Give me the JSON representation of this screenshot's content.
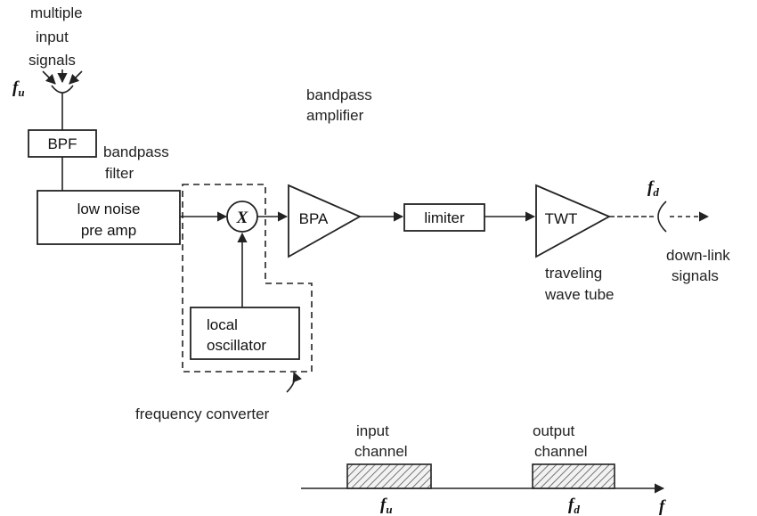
{
  "input": {
    "label_line1": "multiple",
    "label_line2": "input",
    "label_line3": "signals",
    "freq_symbol": "f",
    "freq_subscript": "u"
  },
  "blocks": {
    "bpf": "BPF",
    "bpf_desc_line1": "bandpass",
    "bpf_desc_line2": "filter",
    "lna_line1": "low noise",
    "lna_line2": "pre amp",
    "mixer": "X",
    "bpa": "BPA",
    "bpa_desc_line1": "bandpass",
    "bpa_desc_line2": "amplifier",
    "limiter": "limiter",
    "twt": "TWT",
    "twt_desc_line1": "traveling",
    "twt_desc_line2": "wave tube",
    "lo_line1": "local",
    "lo_line2": "oscillator",
    "converter_label": "frequency converter"
  },
  "output": {
    "freq_symbol": "f",
    "freq_subscript": "d",
    "label_line1": "down-link",
    "label_line2": "signals"
  },
  "spectrum": {
    "input_line1": "input",
    "input_line2": "channel",
    "output_line1": "output",
    "output_line2": "channel",
    "fu_symbol": "f",
    "fu_subscript": "u",
    "fd_symbol": "f",
    "fd_subscript": "d",
    "axis_symbol": "f"
  }
}
